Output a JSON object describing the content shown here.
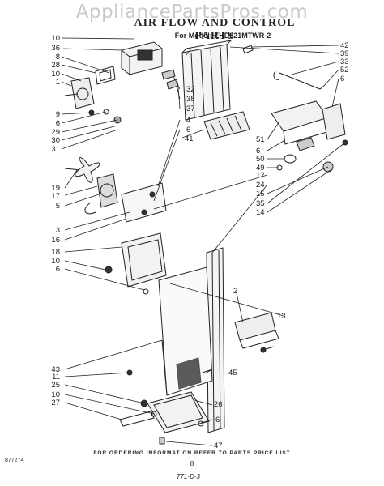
{
  "watermark": "AppliancePartsPros.com",
  "title": "AIR FLOW AND CONTROL PARTS",
  "model": "For Model: EHD221MTWR-2",
  "footer": "FOR ORDERING INFORMATION REFER TO PARTS PRICE LIST",
  "page_number": "8",
  "doc_code": "877274",
  "revision": "771-D-3",
  "callouts_left": [
    "10",
    "36",
    "8",
    "28",
    "10",
    "1",
    "9",
    "6",
    "29",
    "30",
    "31",
    "19",
    "17",
    "5",
    "3",
    "16",
    "18",
    "10",
    "6",
    "43",
    "11",
    "25",
    "10",
    "27"
  ],
  "callouts_center": [
    "32",
    "38",
    "37",
    "4",
    "6",
    "41",
    "2",
    "13",
    "45",
    "26",
    "6",
    "47"
  ],
  "callouts_right": [
    "42",
    "39",
    "33",
    "52",
    "6",
    "51",
    "6",
    "50",
    "49",
    "12",
    "24",
    "15",
    "35",
    "14"
  ]
}
